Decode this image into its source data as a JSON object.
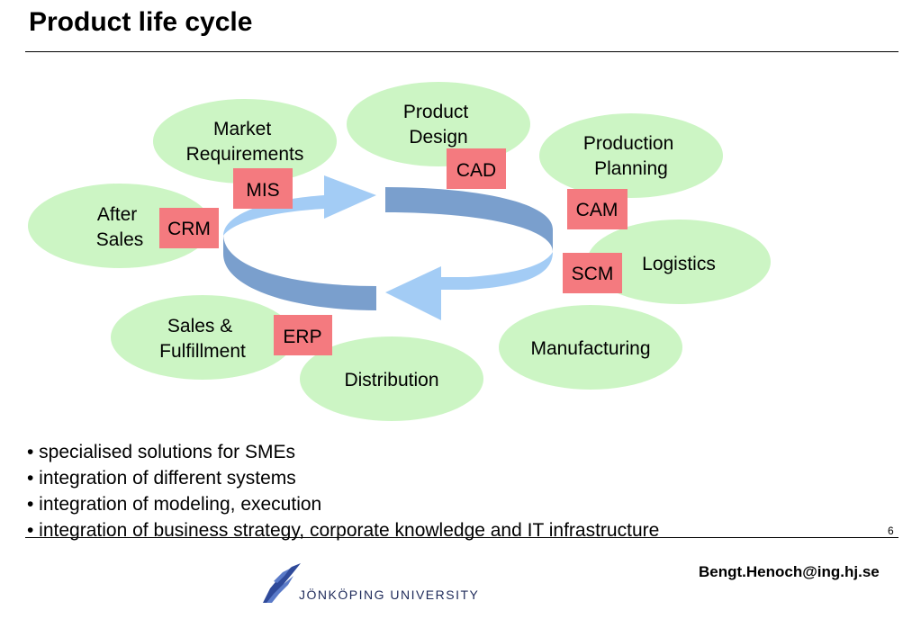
{
  "slide": {
    "title": "Product life cycle",
    "page_number": "6",
    "email": "Bengt.Henoch@ing.hj.se",
    "university": "JÖNKÖPING UNIVERSITY"
  },
  "diagram": {
    "stages": [
      {
        "id": "market",
        "lines": [
          "Market",
          "Requirements"
        ]
      },
      {
        "id": "product-design",
        "lines": [
          "Product",
          "Design"
        ]
      },
      {
        "id": "production-planning",
        "lines": [
          "Production",
          "Planning"
        ]
      },
      {
        "id": "logistics",
        "lines": [
          "Logistics"
        ]
      },
      {
        "id": "manufacturing",
        "lines": [
          "Manufacturing"
        ]
      },
      {
        "id": "distribution",
        "lines": [
          "Distribution"
        ]
      },
      {
        "id": "sales",
        "lines": [
          "Sales &",
          "Fulfillment"
        ]
      },
      {
        "id": "after-sales",
        "lines": [
          "After",
          "Sales"
        ]
      }
    ],
    "systems": [
      "MIS",
      "CAD",
      "CAM",
      "SCM",
      "ERP",
      "CRM"
    ],
    "colors": {
      "ellipse": "#ccf5c4",
      "box": "#f47a7f",
      "arrow_light": "#a3ccf5",
      "arrow_dark": "#7a9fcd"
    }
  },
  "bullets": [
    "• specialised solutions for SMEs",
    "• integration of different systems",
    "• integration of modeling, execution",
    "• integration of business strategy, corporate knowledge and IT infrastructure"
  ]
}
